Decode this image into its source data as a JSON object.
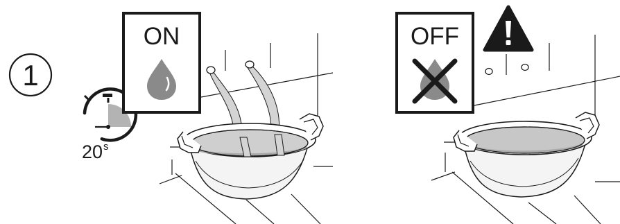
{
  "step": {
    "number": "1"
  },
  "timer": {
    "value": "20",
    "unit": "s",
    "elapsed_fraction": 0.25
  },
  "panels": [
    {
      "state_label": "ON",
      "icon": "water-drop-icon"
    },
    {
      "state_label": "OFF",
      "icon": "water-drop-crossed-icon",
      "warning_icon": "warning-triangle-icon"
    }
  ],
  "colors": {
    "ink": "#1a1a1a",
    "drop": "#8a8a8a",
    "water": "#d4d4d4",
    "water_surface": "#a9a9a9",
    "timer_fill": "#b3b3b3"
  }
}
